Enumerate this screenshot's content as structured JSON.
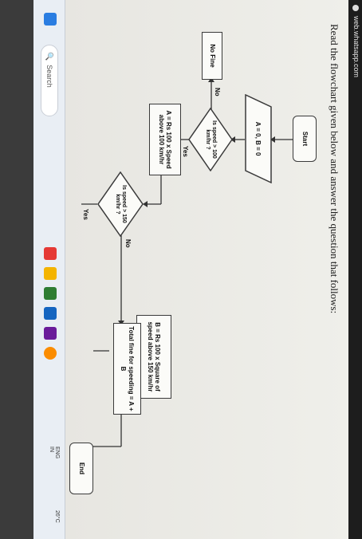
{
  "browser": {
    "url": "web.whatsapp.com"
  },
  "page": {
    "question": "Read the flowchart given below and answer the question that follows:"
  },
  "flowchart": {
    "start": "Start",
    "init": "A = 0, B = 0",
    "decision1": "Is speed > 100 km/hr ?",
    "no_fine": "No Fine",
    "fine_a": "A = Rs 100 x Speed above 100 km/hr",
    "decision2": "Is speed > 150 km/hr ?",
    "fine_b": "B = Rs 100 x Square of speed above 150 km/hr",
    "total": "Total fine for speeding = A + B",
    "end": "End",
    "label_no": "No",
    "label_yes": "Yes",
    "label_no2": "No",
    "label_yes2": "Yes"
  },
  "taskbar": {
    "search_placeholder": "Search",
    "lang": "ENG",
    "region": "IN",
    "weather": "26°C"
  },
  "colors": {
    "page_bg": "#efefea",
    "taskbar_bg": "#e9eef4",
    "ink": "#111111"
  }
}
